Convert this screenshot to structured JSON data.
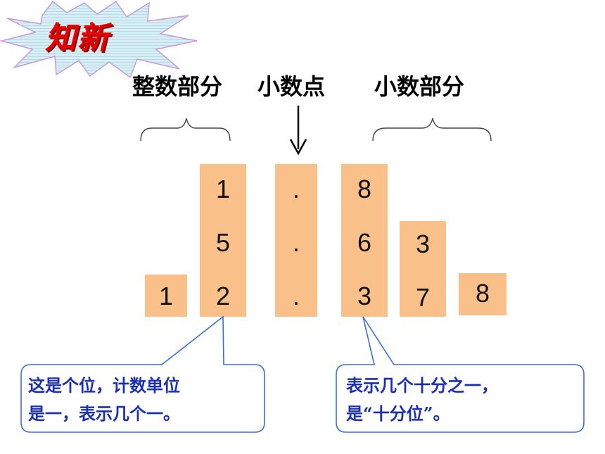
{
  "badge": {
    "text": "知新"
  },
  "headings": {
    "integer_part": "整数部分",
    "decimal_point": "小数点",
    "decimal_part": "小数部分"
  },
  "rows": {
    "row1": {
      "ones": "1",
      "point": ".",
      "tenths": "8"
    },
    "row2": {
      "ones": "5",
      "point": ".",
      "tenths": "6",
      "hundredths": "3"
    },
    "row3": {
      "tens": "1",
      "ones": "2",
      "point": ".",
      "tenths": "3",
      "hundredths": "7",
      "thousandths": "8"
    }
  },
  "notes": {
    "left": {
      "line1": "这是个位，计数单位",
      "line2": "是一，表示几个一。"
    },
    "right": {
      "line1": "表示几个十分之一，",
      "line2": "是“十分位”。"
    }
  },
  "colors": {
    "column_fill": "#f9c089",
    "note_text": "#1b2fb5",
    "note_border": "#3a6fd8",
    "badge_text": "#e60000"
  }
}
